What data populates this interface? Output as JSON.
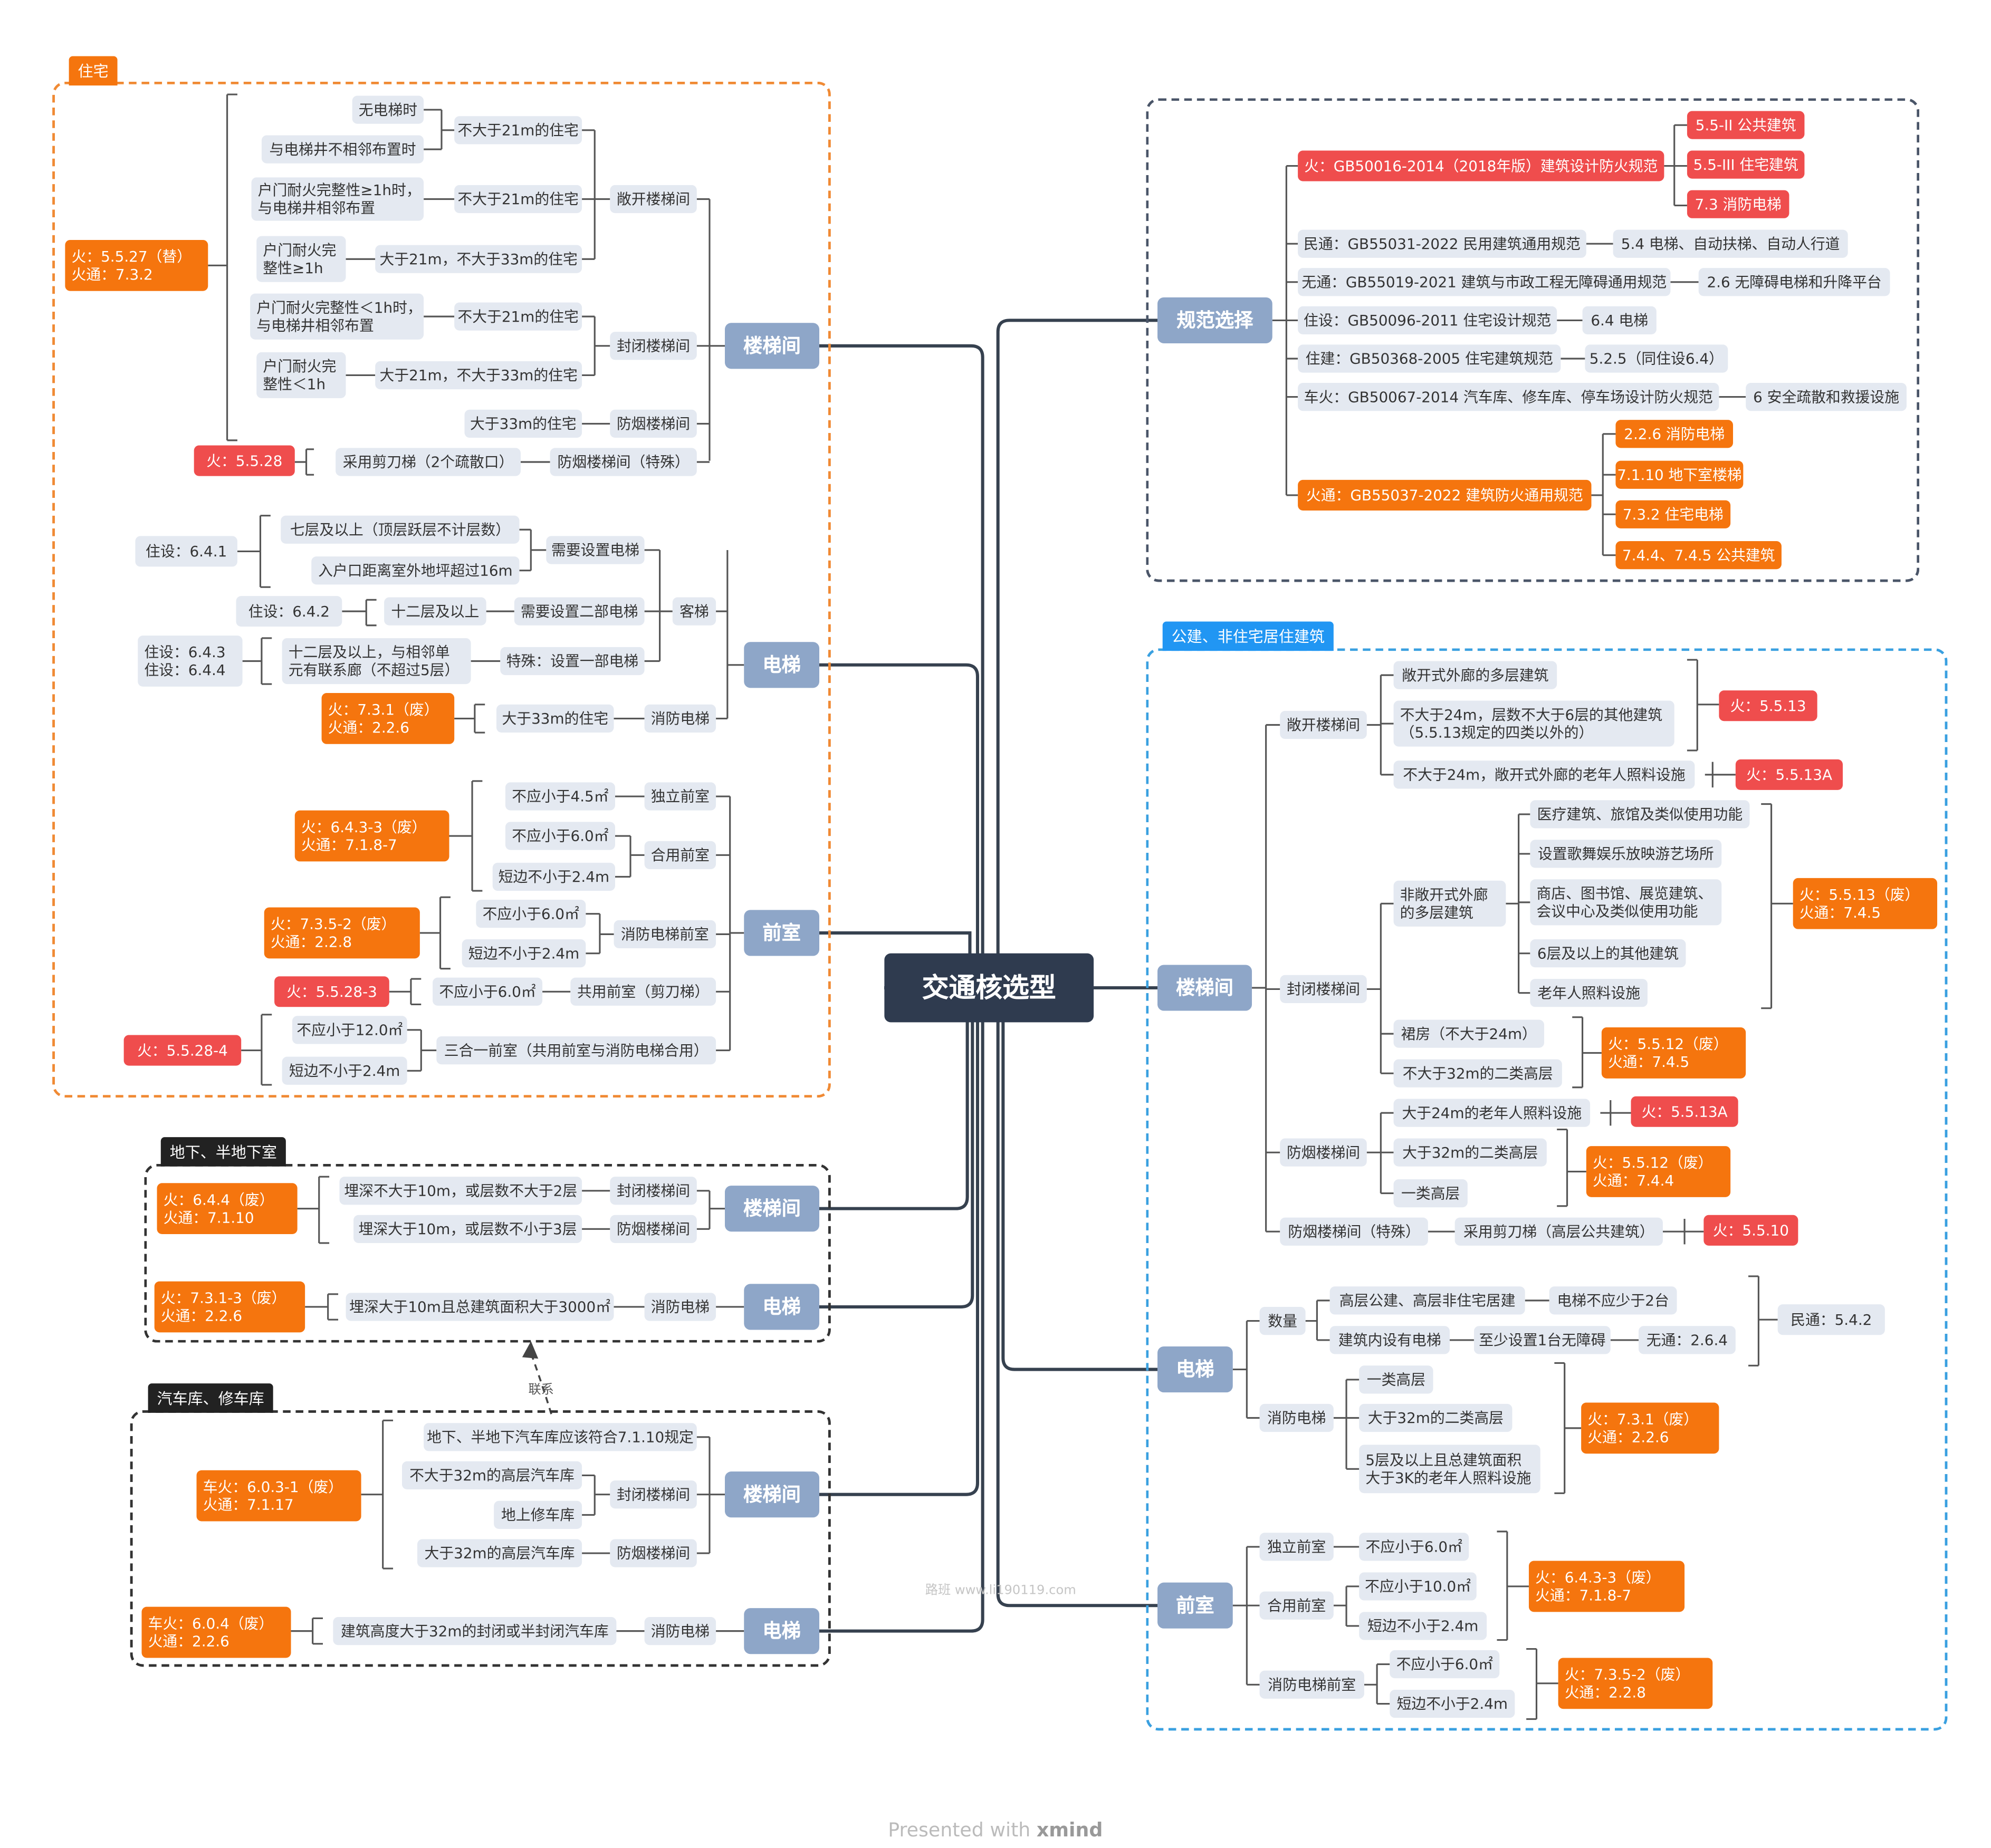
{
  "root": "交通核选型",
  "zones": {
    "residential": "住宅",
    "public": "公建、非住宅居住建筑",
    "basement": "地下、半地下室",
    "garage": "汽车库、修车库"
  },
  "main": {
    "stair": "楼梯间",
    "elevator": "电梯",
    "anteroom": "前室",
    "spec": "规范选择"
  },
  "res": {
    "ref_stair": "火：5.5.27（替）\n火通：7.3.2",
    "ref_scissor": "火：5.5.28",
    "n1": "无电梯时",
    "n2": "与电梯井不相邻布置时",
    "n3": "不大于21m的住宅",
    "n4": "户门耐火完整性≥1h时，\n与电梯井相邻布置",
    "n5": "不大于21m的住宅",
    "n6": "户门耐火完\n整性≥1h",
    "n7": "大于21m，不大于33m的住宅",
    "open": "敞开楼梯间",
    "n8": "户门耐火完整性＜1h时，\n与电梯井相邻布置",
    "n9": "不大于21m的住宅",
    "n10": "户门耐火完\n整性＜1h",
    "n11": "大于21m，不大于33m的住宅",
    "closed": "封闭楼梯间",
    "n12": "大于33m的住宅",
    "smoke": "防烟楼梯间",
    "n13": "采用剪刀梯（2个疏散口）",
    "smoke_sp": "防烟楼梯间（特殊）",
    "e_ref1": "住设：6.4.1",
    "e1": "七层及以上（顶层跃层不计层数）",
    "e2": "入户口距离室外地坪超过16m",
    "e3": "需要设置电梯",
    "e_ref2": "住设：6.4.2",
    "e4": "十二层及以上",
    "e5": "需要设置二部电梯",
    "passenger": "客梯",
    "e_ref3": "住设：6.4.3\n住设：6.4.4",
    "e6": "十二层及以上，与相邻单\n元有联系廊（不超过5层）",
    "e7": "特殊：设置一部电梯",
    "e_ref4": "火：7.3.1（废）\n火通：2.2.6",
    "e8": "大于33m的住宅",
    "fire_elev": "消防电梯",
    "a_ref1": "火：6.4.3-3（废）\n火通：7.1.8-7",
    "a1": "不应小于4.5㎡",
    "a_ind": "独立前室",
    "a2": "不应小于6.0㎡",
    "a3": "短边不小于2.4m",
    "a_shared": "合用前室",
    "a_ref2": "火：7.3.5-2（废）\n火通：2.2.8",
    "a4": "不应小于6.0㎡",
    "a5": "短边不小于2.4m",
    "a_fire": "消防电梯前室",
    "a_ref3": "火：5.5.28-3",
    "a6": "不应小于6.0㎡",
    "a_common": "共用前室（剪刀梯）",
    "a_ref4": "火：5.5.28-4",
    "a7": "不应小于12.0㎡",
    "a8": "短边不小于2.4m",
    "a_three": "三合一前室（共用前室与消防电梯合用）"
  },
  "base": {
    "ref1": "火：6.4.4（废）\n火通：7.1.10",
    "b1": "埋深不大于10m，或层数不大于2层",
    "b1t": "封闭楼梯间",
    "b2": "埋深大于10m，或层数不小于3层",
    "b2t": "防烟楼梯间",
    "ref2": "火：7.3.1-3（废）\n火通：2.2.6",
    "b3": "埋深大于10m且总建筑面积大于3000㎡",
    "b3t": "消防电梯",
    "link": "联系"
  },
  "garage": {
    "ref1": "车火：6.0.3-1（废）\n火通：7.1.17",
    "g1": "地下、半地下汽车库应该符合7.1.10规定",
    "g2": "不大于32m的高层汽车库",
    "g3": "地上修车库",
    "g_closed": "封闭楼梯间",
    "g4": "大于32m的高层汽车库",
    "g_smoke": "防烟楼梯间",
    "ref2": "车火：6.0.4（废）\n火通：2.2.6",
    "g5": "建筑高度大于32m的封闭或半封闭汽车库",
    "g_fire": "消防电梯"
  },
  "spec": {
    "fire": "火：GB50016-2014（2018年版）建筑设计防火规范",
    "f1": "5.5-II 公共建筑",
    "f2": "5.5-III 住宅建筑",
    "f3": "7.3 消防电梯",
    "s1": "民通：GB55031-2022 民用建筑通用规范",
    "s1c": "5.4 电梯、自动扶梯、自动人行道",
    "s2": "无通：GB55019-2021 建筑与市政工程无障碍通用规范",
    "s2c": "2.6 无障碍电梯和升降平台",
    "s3": "住设：GB50096-2011 住宅设计规范",
    "s3c": "6.4 电梯",
    "s4": "住建：GB50368-2005 住宅建筑规范",
    "s4c": "5.2.5（同住设6.4）",
    "s5": "车火：GB50067-2014 汽车库、修车库、停车场设计防火规范",
    "s5c": "6 安全疏散和救援设施",
    "fn": "火通：GB55037-2022 建筑防火通用规范",
    "fn1": "2.2.6 消防电梯",
    "fn2": "7.1.10 地下室楼梯",
    "fn3": "7.3.2 住宅电梯",
    "fn4": "7.4.4、7.4.5 公共建筑"
  },
  "pub": {
    "open": "敞开楼梯间",
    "p1": "敞开式外廊的多层建筑",
    "p2": "不大于24m，层数不大于6层的其他建筑\n（5.5.13规定的四类以外的）",
    "p3": "不大于24m，敞开式外廊的老年人照料设施",
    "ref1": "火：5.5.13",
    "ref2": "火：5.5.13A",
    "closed": "封闭楼梯间",
    "nonopen": "非敞开式外廊\n的多层建筑",
    "c1": "医疗建筑、旅馆及类似使用功能",
    "c2": "设置歌舞娱乐放映游艺场所",
    "c3": "商店、图书馆、展览建筑、\n会议中心及类似使用功能",
    "c4": "6层及以上的其他建筑",
    "c5": "老年人照料设施",
    "ref3": "火：5.5.13（废）\n火通：7.4.5",
    "c6": "裙房（不大于24m）",
    "c7": "不大于32m的二类高层",
    "ref4": "火：5.5.12（废）\n火通：7.4.5",
    "smoke": "防烟楼梯间",
    "s1": "大于24m的老年人照料设施",
    "ref5": "火：5.5.13A",
    "s2": "大于32m的二类高层",
    "s3": "一类高层",
    "ref6": "火：5.5.12（废）\n火通：7.4.4",
    "smoke_sp": "防烟楼梯间（特殊）",
    "s4": "采用剪刀梯（高层公共建筑）",
    "ref7": "火：5.5.10",
    "qty": "数量",
    "q1": "高层公建、高层非住宅居建",
    "q1c": "电梯不应少于2台",
    "q2": "建筑内设有电梯",
    "q2c": "至少设置1台无障碍",
    "q2r": "无通：2.6.4",
    "qref": "民通：5.4.2",
    "fire": "消防电梯",
    "fe1": "一类高层",
    "fe2": "大于32m的二类高层",
    "fe3": "5层及以上且总建筑面积\n大于3K的老年人照料设施",
    "ref8": "火：7.3.1（废）\n火通：2.2.6",
    "ind": "独立前室",
    "i1": "不应小于6.0㎡",
    "shared": "合用前室",
    "sh1": "不应小于10.0㎡",
    "sh2": "短边不小于2.4m",
    "ref9": "火：6.4.3-3（废）\n火通：7.1.8-7",
    "fa": "消防电梯前室",
    "fa1": "不应小于6.0㎡",
    "fa2": "短边不小于2.4m",
    "ref10": "火：7.3.5-2（废）\n火通：2.2.8"
  },
  "footer": {
    "pre": "Presented with ",
    "brand": "xmind"
  },
  "watermark": "路班 www.li190119.com"
}
